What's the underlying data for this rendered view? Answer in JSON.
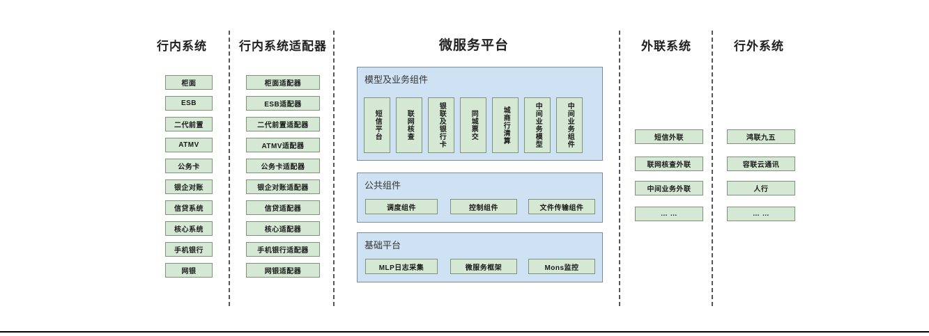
{
  "columns": [
    {
      "title": "行内系统",
      "items": [
        "柜面",
        "ESB",
        "二代前置",
        "ATMV",
        "公务卡",
        "银企对账",
        "信贷系统",
        "核心系统",
        "手机银行",
        "网银"
      ]
    },
    {
      "title": "行内系统适配器",
      "items": [
        "柜面适配器",
        "ESB适配器",
        "二代前置适配器",
        "ATMV适配器",
        "公务卡适配器",
        "银企对账适配器",
        "信贷适配器",
        "核心适配器",
        "手机银行适配器",
        "网银适配器"
      ]
    },
    {
      "title": "微服务平台",
      "panels": [
        {
          "label": "模型及业务组件",
          "items": [
            "短信平台",
            "联网核查",
            "银联及银行卡",
            "同城票交",
            "城商行清算",
            "中间业务模型",
            "中间业务组件"
          ]
        },
        {
          "label": "公共组件",
          "items": [
            "调度组件",
            "控制组件",
            "文件传输组件"
          ]
        },
        {
          "label": "基础平台",
          "items": [
            "MLP日志采集",
            "微服务框架",
            "Mons监控"
          ]
        }
      ]
    },
    {
      "title": "外联系统",
      "items": [
        "短信外联",
        "联网核查外联",
        "中间业务外联",
        "… …"
      ]
    },
    {
      "title": "行外系统",
      "items": [
        "鸿联九五",
        "容联云通讯",
        "人行",
        "… …"
      ]
    }
  ],
  "colors": {
    "leaf_fill": "#d5e8d4",
    "leaf_border": "#7d9178",
    "panel_fill": "#cfe2f3",
    "panel_border": "#7a8a99",
    "divider": "#555555",
    "rule": "#000000"
  }
}
